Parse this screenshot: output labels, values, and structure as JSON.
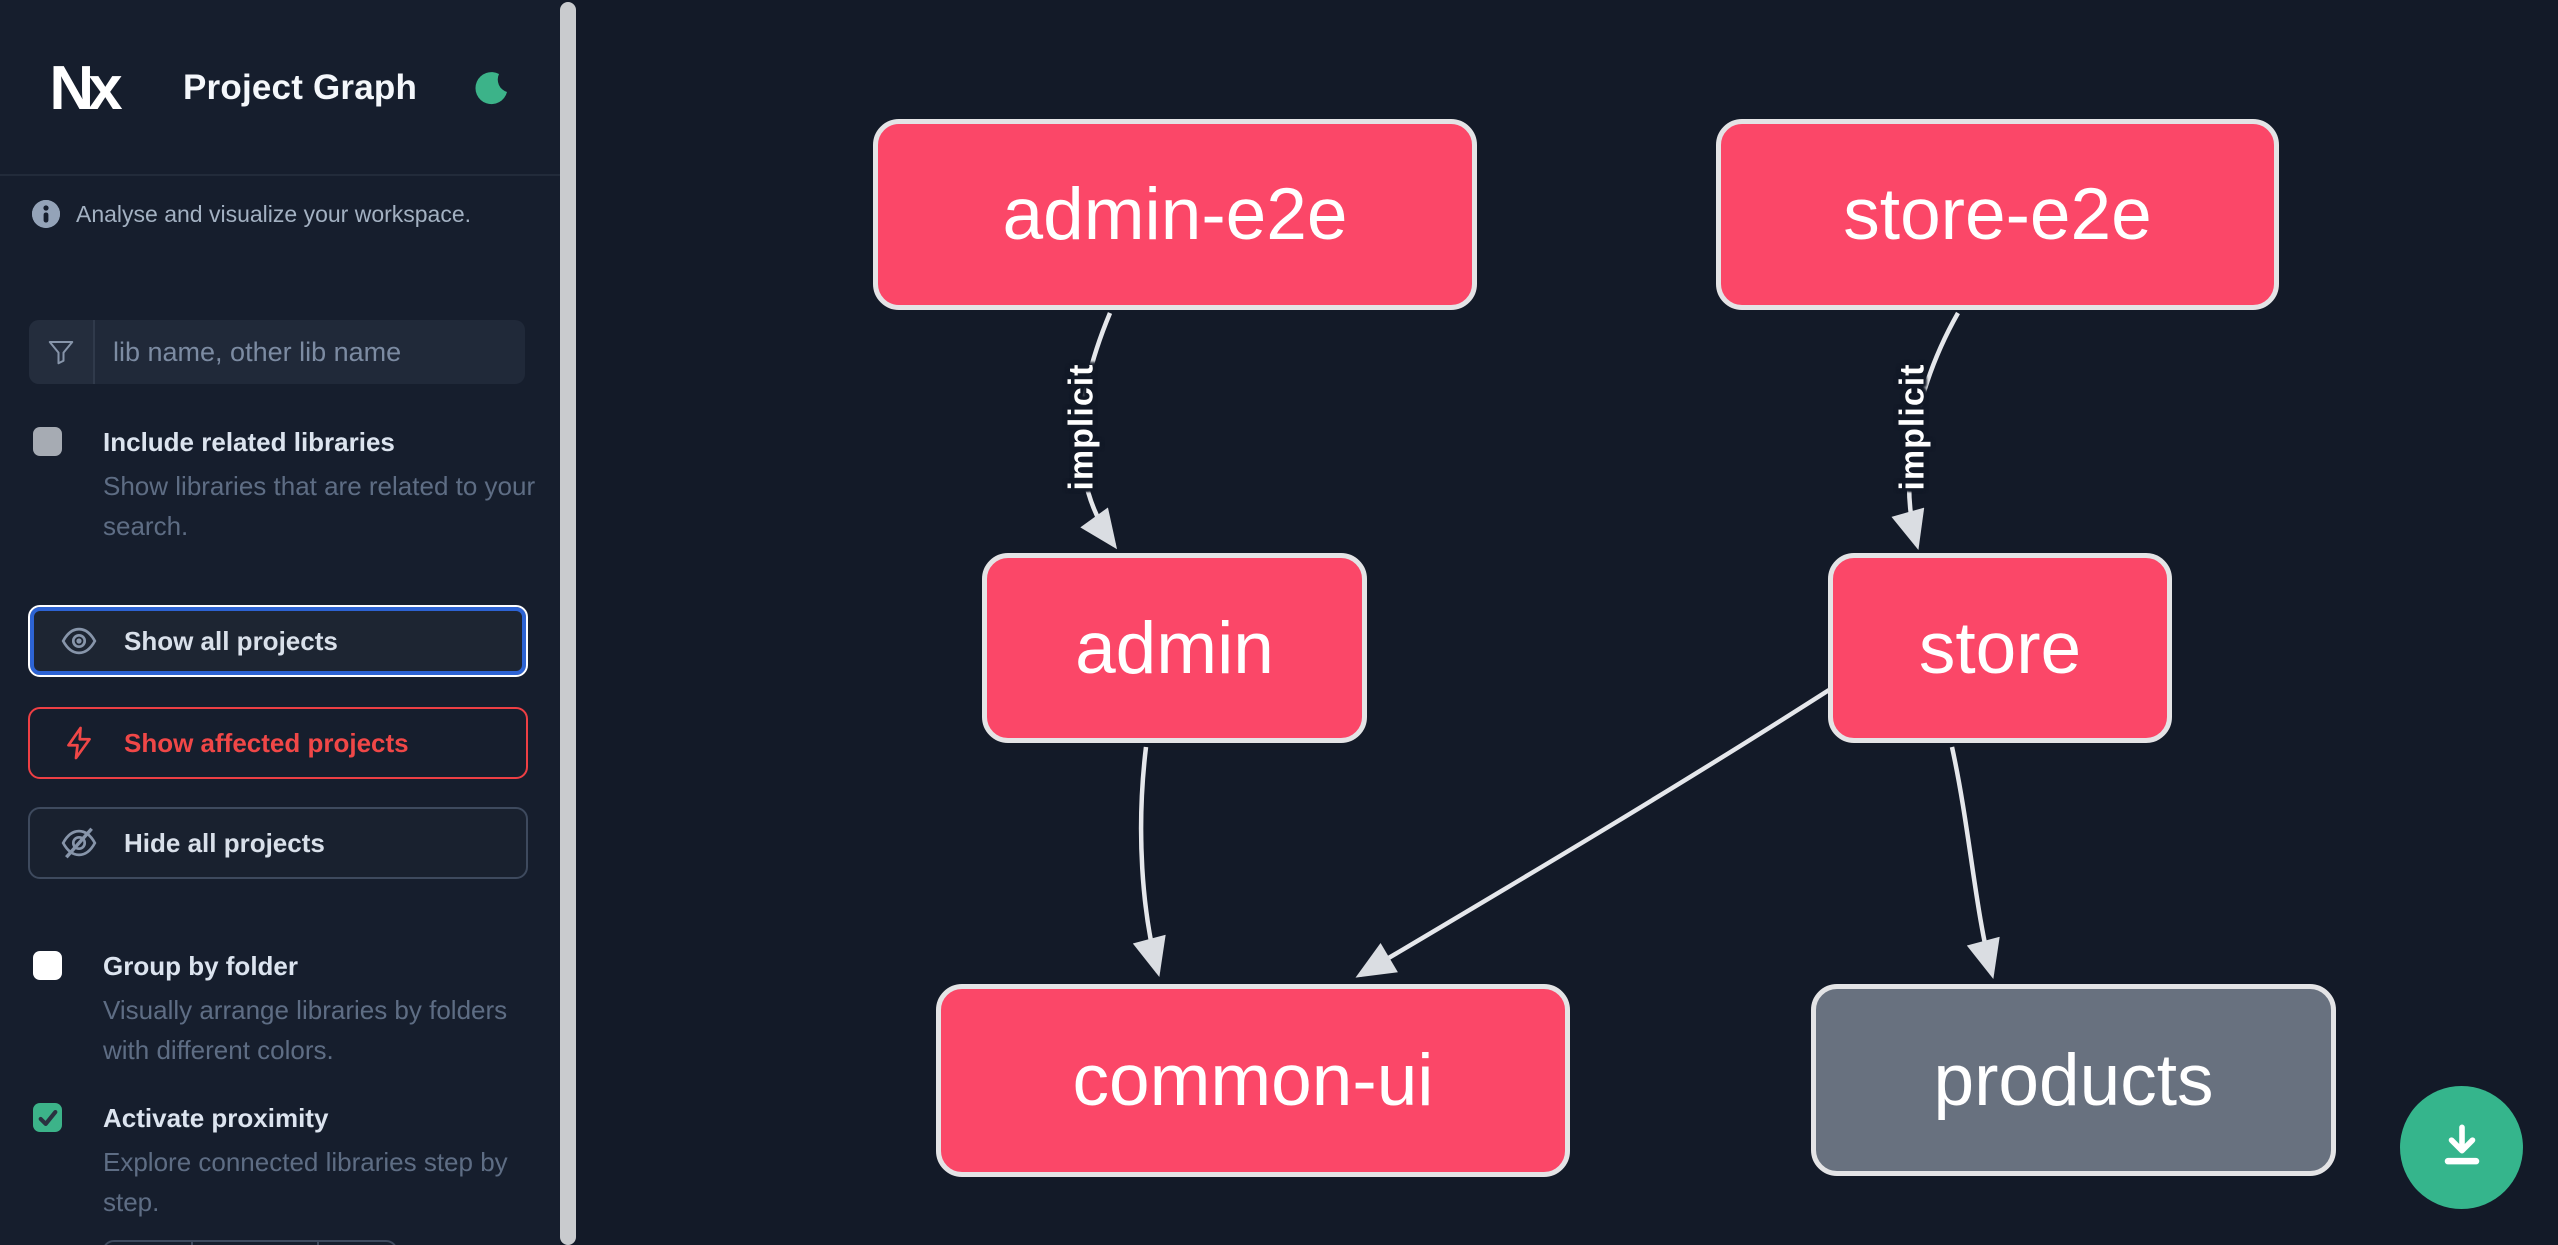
{
  "app": {
    "logo_text": "Nx",
    "title": "Project Graph"
  },
  "theme": {
    "canvas_bg": "#131a28",
    "sidebar_bg": "#161e2d",
    "accent_green": "#3cb389",
    "focus_blue": "#2d63d3",
    "danger_red": "#f04747",
    "node_pink": "#fb4768",
    "node_gray": "#68717f",
    "edge_gray": "#e5e7eb"
  },
  "sidebar": {
    "tagline": "Analyse and visualize your workspace.",
    "search_placeholder": "lib name, other lib name",
    "search_value": "",
    "buttons": [
      {
        "label": "Show all projects",
        "icon": "eye-icon",
        "state": "focused"
      },
      {
        "label": "Show affected projects",
        "icon": "bolt-icon",
        "state": "danger"
      },
      {
        "label": "Hide all projects",
        "icon": "eye-off-icon",
        "state": "default"
      }
    ],
    "toggles": [
      {
        "label": "Include related libraries",
        "description": "Show libraries that are related to your search.",
        "checked": false
      },
      {
        "label": "Group by folder",
        "description": "Visually arrange libraries by folders with different colors.",
        "checked": false
      },
      {
        "label": "Activate proximity",
        "description": "Explore connected libraries step by step.",
        "checked": true
      }
    ]
  },
  "graph": {
    "nodes": [
      {
        "label": "admin-e2e",
        "variant": "pink"
      },
      {
        "label": "store-e2e",
        "variant": "pink"
      },
      {
        "label": "admin",
        "variant": "pink"
      },
      {
        "label": "store",
        "variant": "pink"
      },
      {
        "label": "common-ui",
        "variant": "pink"
      },
      {
        "label": "products",
        "variant": "gray"
      }
    ],
    "edges": [
      {
        "from": "admin-e2e",
        "to": "admin",
        "label": "implicit"
      },
      {
        "from": "store-e2e",
        "to": "store",
        "label": "implicit"
      },
      {
        "from": "admin",
        "to": "common-ui",
        "label": ""
      },
      {
        "from": "store",
        "to": "common-ui",
        "label": ""
      },
      {
        "from": "store",
        "to": "products",
        "label": ""
      }
    ]
  },
  "fab": {
    "icon": "download-icon"
  }
}
